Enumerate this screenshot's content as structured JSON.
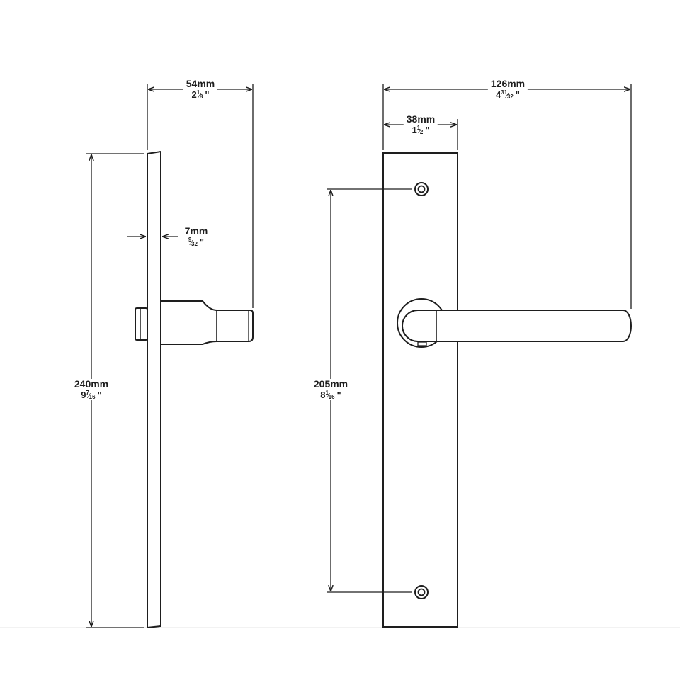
{
  "colors": {
    "line": "#1e1e1e",
    "background": "#ffffff"
  },
  "dimensions": {
    "projection": {
      "mm": "54mm",
      "whole": "2",
      "num": "1",
      "den": "8",
      "unit": "\""
    },
    "plate_thickness": {
      "mm": "7mm",
      "whole": "",
      "num": "9",
      "den": "32",
      "unit": "\""
    },
    "plate_height": {
      "mm": "240mm",
      "whole": "9",
      "num": "7",
      "den": "16",
      "unit": "\""
    },
    "overall_width": {
      "mm": "126mm",
      "whole": "4",
      "num": "31",
      "den": "32",
      "unit": "\""
    },
    "plate_width": {
      "mm": "38mm",
      "whole": "1",
      "num": "1",
      "den": "2",
      "unit": "\""
    },
    "fixing_centres": {
      "mm": "205mm",
      "whole": "8",
      "num": "1",
      "den": "16",
      "unit": "\""
    }
  }
}
